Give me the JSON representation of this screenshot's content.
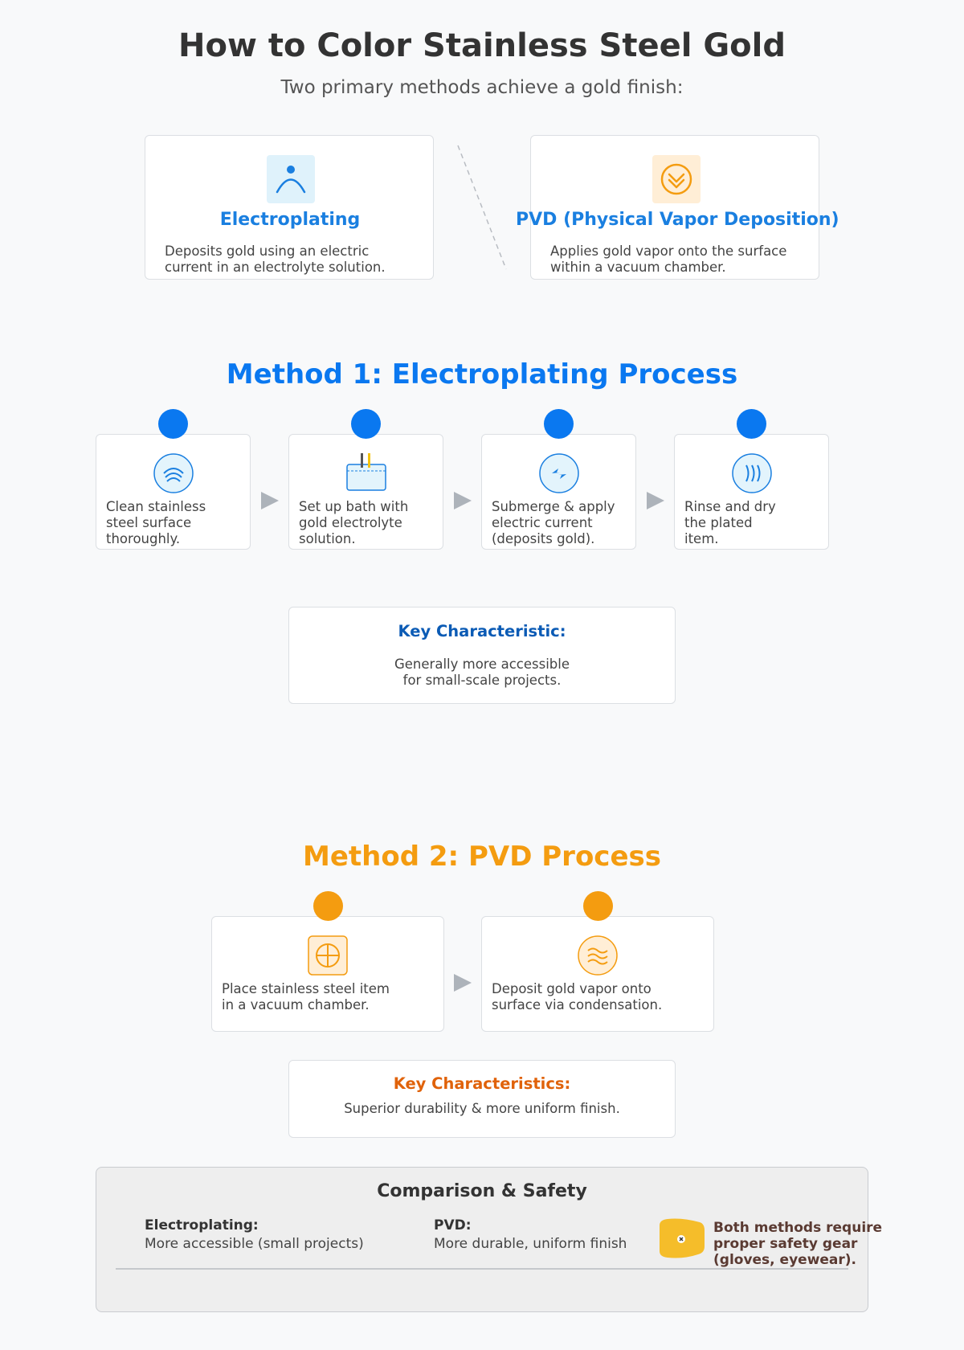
{
  "header": {
    "title": "How to Color Stainless Steel Gold",
    "subtitle": "Two primary methods achieve a gold finish:"
  },
  "methods": [
    {
      "name": "Electroplating",
      "description_lines": [
        "Deposits gold using an electric",
        "current in an electrolyte solution."
      ],
      "icon": "person-icon",
      "color": "#1a7fe0"
    },
    {
      "name": "PVD (Physical Vapor Deposition)",
      "description_lines": [
        "Applies gold vapor onto the surface",
        "within a vacuum chamber."
      ],
      "icon": "chevron-badge-icon",
      "color": "#1a7fe0"
    }
  ],
  "electroplating": {
    "heading": "Method 1: Electroplating Process",
    "color": "#0a78f0",
    "steps": [
      {
        "lines": [
          "Clean stainless",
          "steel surface",
          "thoroughly."
        ],
        "icon": "clean-waves-icon"
      },
      {
        "lines": [
          "Set up bath with",
          "gold electrolyte",
          "solution."
        ],
        "icon": "bath-tank-icon"
      },
      {
        "lines": [
          "Submerge & apply",
          "electric current",
          "(deposits gold)."
        ],
        "icon": "current-arrows-icon"
      },
      {
        "lines": [
          "Rinse and dry",
          "the plated",
          "item."
        ],
        "icon": "drying-waves-icon"
      }
    ],
    "key": {
      "title": "Key Characteristic:",
      "lines": [
        "Generally more accessible",
        "for small-scale projects."
      ],
      "title_color": "#0b5bb5"
    }
  },
  "pvd": {
    "heading": "Method 2: PVD Process",
    "color": "#f49c10",
    "steps": [
      {
        "lines": [
          "Place stainless steel item",
          "in a vacuum chamber."
        ],
        "icon": "vacuum-chamber-icon"
      },
      {
        "lines": [
          "Deposit gold vapor onto",
          "surface via condensation."
        ],
        "icon": "vapor-waves-icon"
      }
    ],
    "key": {
      "title": "Key Characteristics:",
      "lines": [
        "Superior durability & more uniform finish."
      ],
      "title_color": "#e0620a"
    }
  },
  "comparison": {
    "title": "Comparison & Safety",
    "electroplating_label": "Electroplating:",
    "electroplating_text": "More accessible (small projects)",
    "pvd_label": "PVD:",
    "pvd_text": "More durable, uniform finish",
    "safety_lines": [
      "Both methods require",
      "proper safety gear",
      "(gloves, eyewear)."
    ],
    "safety_icon": "safety-glove-icon"
  }
}
